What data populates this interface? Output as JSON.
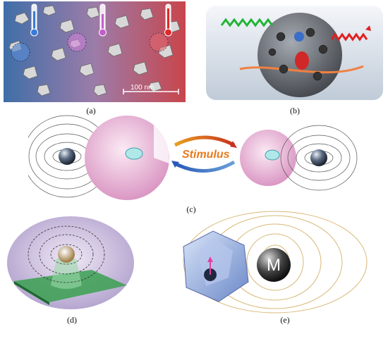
{
  "panels": {
    "a": {
      "caption": "(a)",
      "scale_bar": "100 nm"
    },
    "b": {
      "caption": "(b)"
    },
    "c": {
      "caption": "(c)",
      "arrow_text": "Stimulus"
    },
    "d": {
      "caption": "(d)"
    },
    "e": {
      "caption": "(e)",
      "sphere_label": "M"
    }
  },
  "colors": {
    "cold": "#3f6ea8",
    "hot": "#c8454c",
    "shell": "#e7b6d6",
    "green_wave": "#20b434",
    "red_wave": "#e02020",
    "field_lines": "#d8b878"
  }
}
